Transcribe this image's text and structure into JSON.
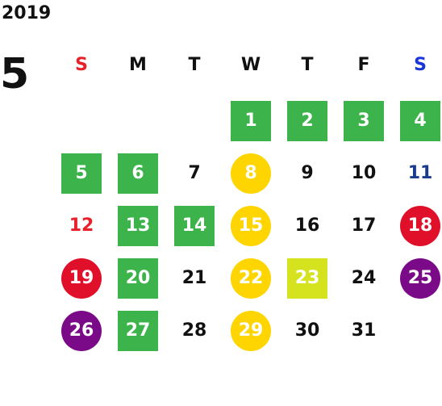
{
  "header": {
    "year": "2019",
    "month": "5"
  },
  "weekdays": [
    {
      "label": "S",
      "color": "#e8202a"
    },
    {
      "label": "M",
      "color": "#111111"
    },
    {
      "label": "T",
      "color": "#111111"
    },
    {
      "label": "W",
      "color": "#111111"
    },
    {
      "label": "T",
      "color": "#111111"
    },
    {
      "label": "F",
      "color": "#111111"
    },
    {
      "label": "S",
      "color": "#1a35d8"
    }
  ],
  "palette": {
    "green": "#3cb44b",
    "yellow": "#ffd500",
    "lime": "#d4e31e",
    "red": "#e0102a",
    "purple": "#7a0a88",
    "text_dark": "#111111",
    "text_white": "#ffffff",
    "text_red": "#e8202a",
    "text_blue": "#1a3c8c"
  },
  "days": [
    {
      "day": "1",
      "col": 3,
      "row": 0,
      "shape": "square",
      "bg": "green",
      "fg": "text_white"
    },
    {
      "day": "2",
      "col": 4,
      "row": 0,
      "shape": "square",
      "bg": "green",
      "fg": "text_white"
    },
    {
      "day": "3",
      "col": 5,
      "row": 0,
      "shape": "square",
      "bg": "green",
      "fg": "text_white"
    },
    {
      "day": "4",
      "col": 6,
      "row": 0,
      "shape": "square",
      "bg": "green",
      "fg": "text_white"
    },
    {
      "day": "5",
      "col": 0,
      "row": 1,
      "shape": "square",
      "bg": "green",
      "fg": "text_white"
    },
    {
      "day": "6",
      "col": 1,
      "row": 1,
      "shape": "square",
      "bg": "green",
      "fg": "text_white"
    },
    {
      "day": "7",
      "col": 2,
      "row": 1,
      "shape": "plain",
      "bg": null,
      "fg": "text_dark"
    },
    {
      "day": "8",
      "col": 3,
      "row": 1,
      "shape": "circle",
      "bg": "yellow",
      "fg": "text_white"
    },
    {
      "day": "9",
      "col": 4,
      "row": 1,
      "shape": "plain",
      "bg": null,
      "fg": "text_dark"
    },
    {
      "day": "10",
      "col": 5,
      "row": 1,
      "shape": "plain",
      "bg": null,
      "fg": "text_dark"
    },
    {
      "day": "11",
      "col": 6,
      "row": 1,
      "shape": "plain",
      "bg": null,
      "fg": "text_blue"
    },
    {
      "day": "12",
      "col": 0,
      "row": 2,
      "shape": "plain",
      "bg": null,
      "fg": "text_red"
    },
    {
      "day": "13",
      "col": 1,
      "row": 2,
      "shape": "square",
      "bg": "green",
      "fg": "text_white"
    },
    {
      "day": "14",
      "col": 2,
      "row": 2,
      "shape": "square",
      "bg": "green",
      "fg": "text_white"
    },
    {
      "day": "15",
      "col": 3,
      "row": 2,
      "shape": "circle",
      "bg": "yellow",
      "fg": "text_white"
    },
    {
      "day": "16",
      "col": 4,
      "row": 2,
      "shape": "plain",
      "bg": null,
      "fg": "text_dark"
    },
    {
      "day": "17",
      "col": 5,
      "row": 2,
      "shape": "plain",
      "bg": null,
      "fg": "text_dark"
    },
    {
      "day": "18",
      "col": 6,
      "row": 2,
      "shape": "circle",
      "bg": "red",
      "fg": "text_white"
    },
    {
      "day": "19",
      "col": 0,
      "row": 3,
      "shape": "circle",
      "bg": "red",
      "fg": "text_white"
    },
    {
      "day": "20",
      "col": 1,
      "row": 3,
      "shape": "square",
      "bg": "green",
      "fg": "text_white"
    },
    {
      "day": "21",
      "col": 2,
      "row": 3,
      "shape": "plain",
      "bg": null,
      "fg": "text_dark"
    },
    {
      "day": "22",
      "col": 3,
      "row": 3,
      "shape": "circle",
      "bg": "yellow",
      "fg": "text_white"
    },
    {
      "day": "23",
      "col": 4,
      "row": 3,
      "shape": "square",
      "bg": "lime",
      "fg": "text_white"
    },
    {
      "day": "24",
      "col": 5,
      "row": 3,
      "shape": "plain",
      "bg": null,
      "fg": "text_dark"
    },
    {
      "day": "25",
      "col": 6,
      "row": 3,
      "shape": "circle",
      "bg": "purple",
      "fg": "text_white"
    },
    {
      "day": "26",
      "col": 0,
      "row": 4,
      "shape": "circle",
      "bg": "purple",
      "fg": "text_white"
    },
    {
      "day": "27",
      "col": 1,
      "row": 4,
      "shape": "square",
      "bg": "green",
      "fg": "text_white"
    },
    {
      "day": "28",
      "col": 2,
      "row": 4,
      "shape": "plain",
      "bg": null,
      "fg": "text_dark"
    },
    {
      "day": "29",
      "col": 3,
      "row": 4,
      "shape": "circle",
      "bg": "yellow",
      "fg": "text_white"
    },
    {
      "day": "30",
      "col": 4,
      "row": 4,
      "shape": "plain",
      "bg": null,
      "fg": "text_dark"
    },
    {
      "day": "31",
      "col": 5,
      "row": 4,
      "shape": "plain",
      "bg": null,
      "fg": "text_dark"
    }
  ]
}
